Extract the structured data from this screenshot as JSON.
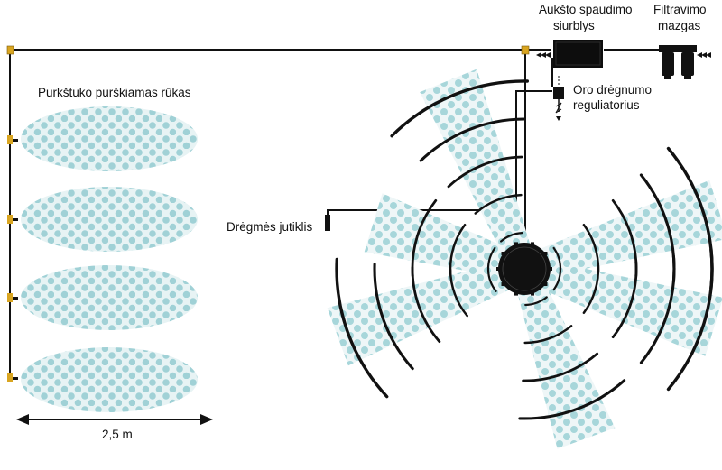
{
  "labels": {
    "mist": "Purkštuko purškiamas rūkas",
    "pump_line1": "Aukšto spaudimo",
    "pump_line2": "siurblys",
    "filter_line1": "Filtravimo",
    "filter_line2": "mazgas",
    "humidistat_line1": "Oro drėgnumo",
    "humidistat_line2": "reguliatorius",
    "sensor": "Drėgmės jutiklis",
    "dimension": "2,5 m"
  },
  "colors": {
    "line": "#111111",
    "mist_bg": "#e7f3f4",
    "mist_dot": "#9ccfd4",
    "fitting": "#d9a520",
    "blade_bg": "#eef6f7"
  },
  "icons": {
    "pump": "pump-icon",
    "filter": "filter-cartridge-icon",
    "humidistat": "humidistat-icon",
    "sensor": "humidity-sensor-icon",
    "fan": "mist-fan-icon",
    "flow_arrows": "flow-direction-arrows-icon"
  }
}
